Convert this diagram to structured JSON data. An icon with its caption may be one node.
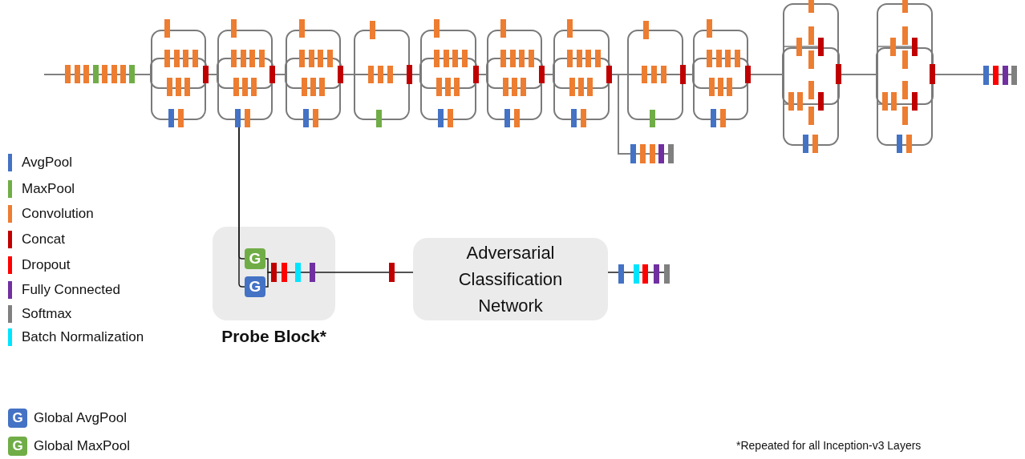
{
  "diagram": {
    "nodes": [
      {
        "text": [],
        "shape": "box"
      },
      {
        "text": [],
        "shape": "box"
      },
      {
        "text": [],
        "shape": "box"
      },
      {
        "text": [],
        "shape": "box"
      },
      {
        "text": [],
        "shape": "box"
      },
      {
        "text": [],
        "shape": "box"
      },
      {
        "text": [],
        "shape": "box"
      },
      {
        "text": [],
        "shape": "box"
      },
      {
        "text": [],
        "shape": "box"
      },
      {
        "text": [],
        "shape": "box"
      },
      {
        "text": [],
        "shape": "box"
      },
      {
        "text": [
          "Probe Block*"
        ]
      },
      {
        "text": [
          "G"
        ],
        "in": 11
      },
      {
        "text": [
          "G"
        ],
        "in": 11
      },
      {
        "text": [
          "Adversarial Classification Network"
        ]
      },
      {
        "text": [],
        "shape": "bar",
        "in": 11
      }
    ],
    "edges": [
      {
        "from": 0,
        "to": 1,
        "arrow": "none"
      },
      {
        "from": 1,
        "to": 2,
        "arrow": "none"
      },
      {
        "from": 2,
        "to": 3,
        "arrow": "none"
      },
      {
        "from": 3,
        "to": 4,
        "arrow": "none"
      },
      {
        "from": 4,
        "to": 5,
        "arrow": "none"
      },
      {
        "from": 5,
        "to": 6,
        "arrow": "none"
      },
      {
        "from": 6,
        "to": 7,
        "arrow": "none"
      },
      {
        "from": 7,
        "to": 8,
        "arrow": "none"
      },
      {
        "from": 8,
        "to": 9,
        "arrow": "none"
      },
      {
        "from": 9,
        "to": 10,
        "arrow": "none"
      },
      {
        "from": 1,
        "to": 12,
        "arrow": "none",
        "color": "#1a1a1a"
      },
      {
        "from": 1,
        "to": 13,
        "arrow": "none",
        "color": "#1a1a1a"
      },
      {
        "from": 11,
        "to": 14,
        "arrow": "none",
        "color": "#1a1a1a"
      },
      {
        "from": 12,
        "to": 15,
        "arrow": "none",
        "color": "#1a1a1a"
      },
      {
        "from": 13,
        "to": 15,
        "arrow": "none",
        "color": "#1a1a1a"
      }
    ],
    "labels": [
      "G",
      "G",
      "*Repeated for all Inception-v3 Layers"
    ],
    "legend": [
      {
        "text": "AvgPool",
        "color": "#4472c4"
      },
      {
        "text": "MaxPool",
        "color": "#70ad47"
      },
      {
        "text": "Convolution",
        "color": "#ed7d31"
      },
      {
        "text": "Concat",
        "color": "#c00000"
      },
      {
        "text": "Dropout",
        "color": "#ff0000"
      },
      {
        "text": "Fully Connected",
        "color": "#7030a0"
      },
      {
        "text": "Softmax",
        "color": "#808080"
      },
      {
        "text": "Batch Normalization",
        "color": "#00e5ff"
      },
      {
        "text": "Global AvgPool"
      },
      {
        "text": "Global MaxPool"
      }
    ]
  }
}
